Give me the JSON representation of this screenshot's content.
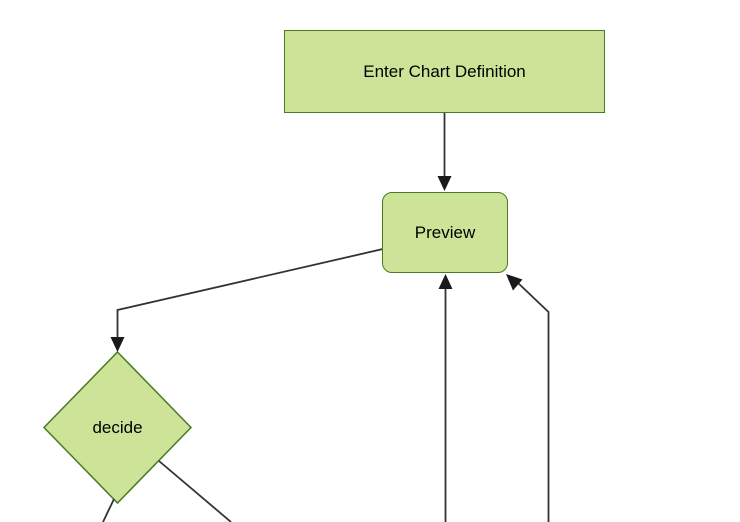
{
  "diagram": {
    "type": "flowchart",
    "direction": "top-down",
    "nodes": [
      {
        "id": "enter-chart-definition",
        "label": "Enter Chart Definition",
        "shape": "rectangle"
      },
      {
        "id": "preview",
        "label": "Preview",
        "shape": "rounded-rectangle"
      },
      {
        "id": "decide",
        "label": "decide",
        "shape": "diamond"
      }
    ],
    "edges": [
      {
        "from": "enter-chart-definition",
        "to": "preview",
        "style": "arrow"
      },
      {
        "from": "preview",
        "to": "decide",
        "style": "arrow"
      },
      {
        "from": "offscreen-bottom-center",
        "to": "preview",
        "style": "arrow"
      },
      {
        "from": "offscreen-bottom-right",
        "to": "preview",
        "style": "arrow"
      },
      {
        "from": "decide",
        "to": "offscreen-bottom-left",
        "style": "line"
      },
      {
        "from": "decide",
        "to": "offscreen-bottom-right",
        "style": "line"
      }
    ]
  },
  "colors": {
    "background": "#ffffff",
    "node_fill": "#cde498",
    "node_border": "#4a7a24",
    "edge_color": "#333333",
    "arrow_color": "#1a1a1a",
    "text_color": "#000000"
  }
}
